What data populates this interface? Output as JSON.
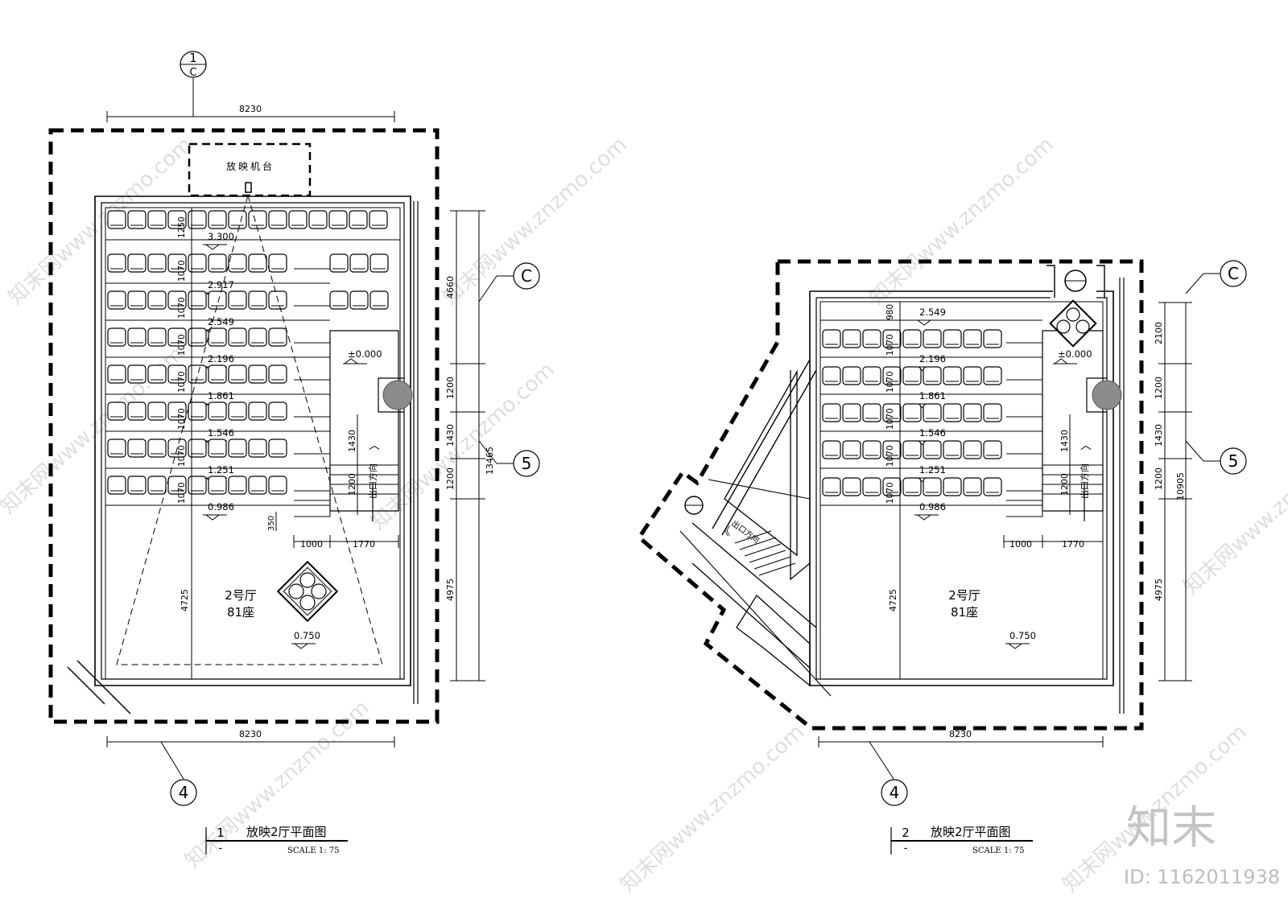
{
  "plan1": {
    "title": "放映2厅平面图",
    "number": "1",
    "number_below": "-",
    "scale": "SCALE 1: 75",
    "booth_label": "放映机台",
    "hall_name": "2号厅",
    "hall_seats": "81座",
    "exit_text": "出口方向",
    "dim_top": "8230",
    "dim_bottom": "8230",
    "axis_c_top": "1",
    "axis_c_top_sub": "C",
    "axis_c": "C",
    "axis_5": "5",
    "axis_4": "4",
    "right_dims": [
      "4660",
      "1200",
      "1430",
      "1200",
      "4975"
    ],
    "total_dim": "13465",
    "row_dims": [
      "1250",
      "1070",
      "1070",
      "1070",
      "1070",
      "1070",
      "1070",
      "1070"
    ],
    "elevations": [
      "3.300",
      "2.917",
      "2.549",
      "2.196",
      "1.861",
      "1.546",
      "1.251",
      "0.986"
    ],
    "elev_floor": "±0.000",
    "elev_front": "0.750",
    "dim_4725": "4725",
    "dim_1430": "1430",
    "dim_1200": "1200",
    "dim_350": "350",
    "dim_1000": "1000",
    "dim_1770": "1770"
  },
  "plan2": {
    "title": "放映2厅平面图",
    "number": "2",
    "number_below": "-",
    "scale": "SCALE 1: 75",
    "hall_name": "2号厅",
    "hall_seats": "81座",
    "exit_text": "出口方向",
    "exit_text2": "出口方向",
    "dim_bottom": "8230",
    "axis_c": "C",
    "axis_5": "5",
    "axis_4": "4",
    "right_dims": [
      "2100",
      "1200",
      "1430",
      "1200",
      "4975"
    ],
    "total_dim": "10905",
    "row_dims": [
      "980",
      "1070",
      "1070",
      "1070",
      "1070",
      "1070"
    ],
    "elevations": [
      "2.549",
      "2.196",
      "1.861",
      "1.546",
      "1.251",
      "0.986"
    ],
    "elev_floor": "±0.000",
    "elev_front": "0.750",
    "dim_4725": "4725",
    "dim_1430": "1430",
    "dim_1200": "1200",
    "dim_1000": "1000",
    "dim_1770": "1770"
  },
  "watermark": {
    "logo": "知末",
    "id": "ID: 1162011938",
    "text": "知末网www.znzmo.com"
  }
}
